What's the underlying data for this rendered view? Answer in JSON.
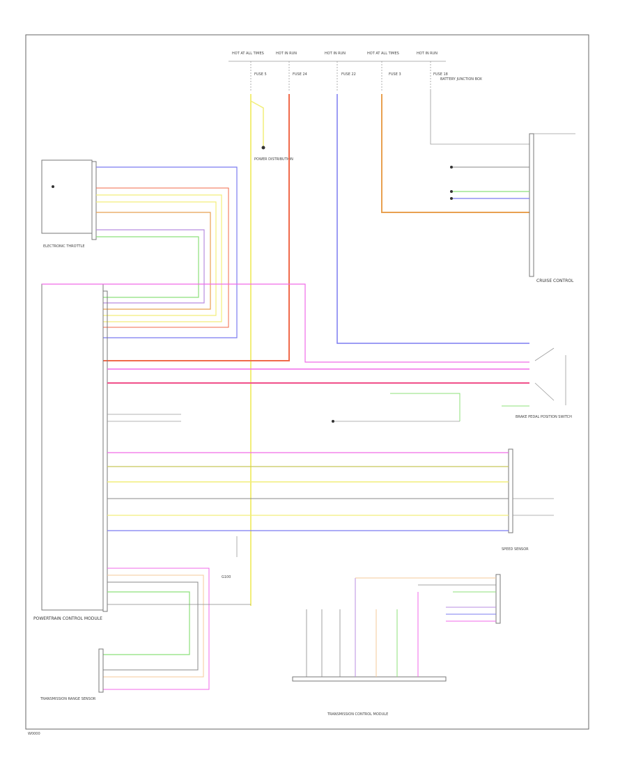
{
  "colors": {
    "blue": "#7b7bf0",
    "red": "#f06a4a",
    "yellow": "#f2ee7a",
    "orange": "#e8a050",
    "green": "#8ce07a",
    "pink": "#f06ae8",
    "crimson": "#f0508a",
    "gray": "#888888",
    "light_orange": "#f5c89a",
    "purple": "#b88ce0",
    "frame": "#666666"
  },
  "labels": {
    "fuse_hot": [
      "HOT AT ALL TIMES",
      "HOT IN RUN",
      "HOT IN RUN",
      "HOT AT ALL TIMES",
      "HOT IN RUN"
    ],
    "fuses": [
      "FUSE 5",
      "FUSE 24",
      "FUSE 22",
      "FUSE 3",
      "FUSE 18"
    ],
    "battery_junction": "BATTERY JUNCTION BOX",
    "power_distribution": "POWER DISTRIBUTION",
    "throttle_pos": "ELECTRONIC THROTTLE",
    "pcm": "POWERTRAIN CONTROL MODULE",
    "cruise": "CRUISE CONTROL",
    "brake_pedal": "BRAKE PEDAL POSITION SWITCH",
    "tcm": "TRANSMISSION CONTROL MODULE",
    "range_sensor": "TRANSMISSION RANGE SENSOR",
    "speed_sensor": "SPEED SENSOR",
    "ground": "G100",
    "footer": "W0000"
  }
}
